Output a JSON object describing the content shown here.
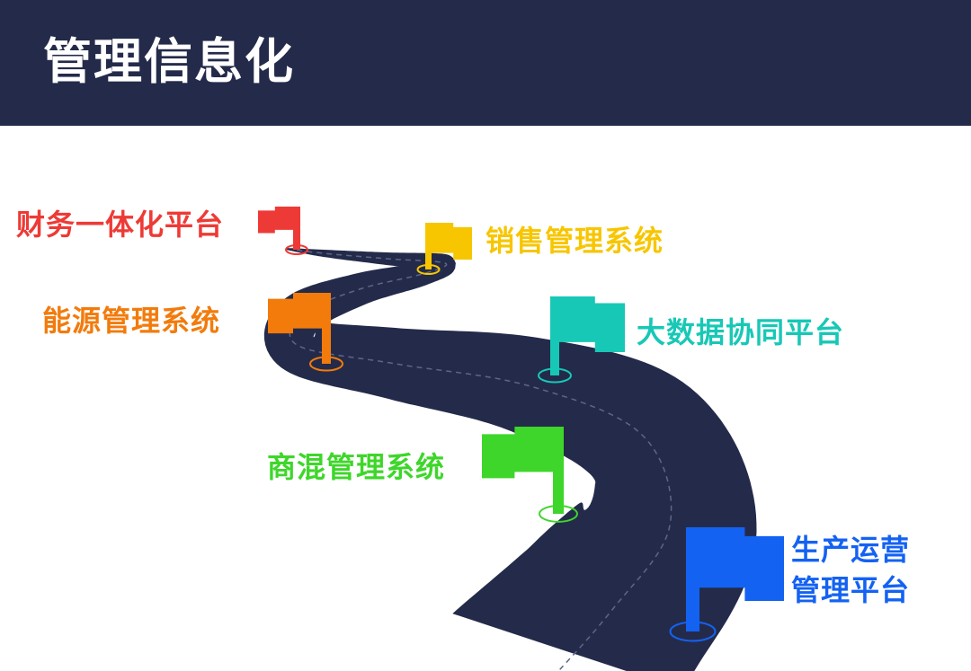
{
  "header": {
    "title": "管理信息化"
  },
  "road_color": "#242b4a",
  "milestones": [
    {
      "label": "财务一体化平台",
      "color": "#ee3a36"
    },
    {
      "label": "销售管理系统",
      "color": "#f7c600"
    },
    {
      "label": "能源管理系统",
      "color": "#f27b0c"
    },
    {
      "label": "大数据协同平台",
      "color": "#17c8b6"
    },
    {
      "label": "商混管理系统",
      "color": "#3ed62a"
    },
    {
      "label_line1": "生产运营",
      "label_line2": "管理平台",
      "color": "#1462f2"
    }
  ]
}
